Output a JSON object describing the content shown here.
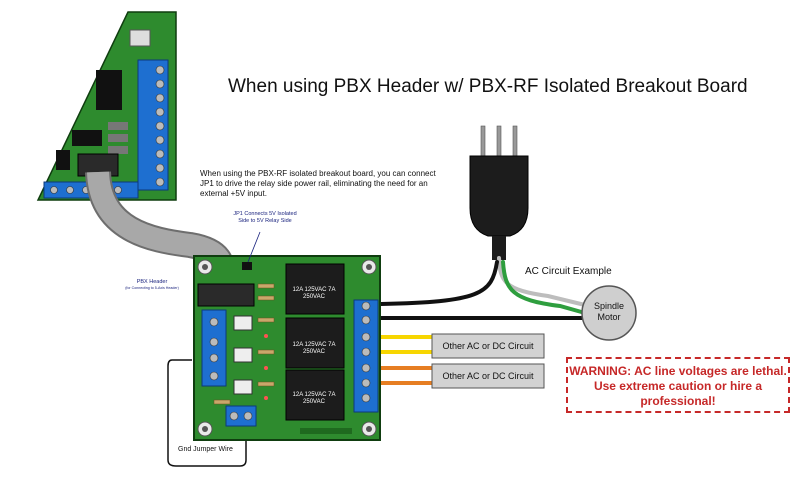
{
  "title": "When using PBX Header w/ PBX-RF Isolated Breakout Board",
  "note": "When using the PBX-RF isolated breakout board, you can connect JP1 to drive the relay side power rail, eliminating the need for an external +5V input.",
  "jp1_label": "JP1 Connects 5V Isolated Side to 5V Relay Side",
  "pbx_header_label": "PBX Header",
  "pbx_header_sub": "(for Connecting to 5-Axis Header)",
  "ac_circuit_label": "AC Circuit Example",
  "spindle_label": "Spindle Motor",
  "other_circuit_1": "Other AC or DC Circuit",
  "other_circuit_2": "Other AC or DC Circuit",
  "warning": "WARNING: AC line voltages are lethal. Use extreme caution or hire a professional!",
  "gnd_jumper_label": "Gnd Jumper Wire",
  "relays": [
    {
      "rating": "12A 125VAC 7A 250VAC"
    },
    {
      "rating": "12A 125VAC 7A 250VAC"
    },
    {
      "rating": "12A 125VAC 7A 250VAC"
    }
  ],
  "colors": {
    "pcb_green": "#2e8b2e",
    "relay_black": "#1c1c1c",
    "terminal_blue": "#1e6fd0",
    "wire_yellow": "#f7d600",
    "wire_orange": "#e67e22",
    "warning_red": "#c62828",
    "ribbon_gray": "#a8a8a8"
  }
}
